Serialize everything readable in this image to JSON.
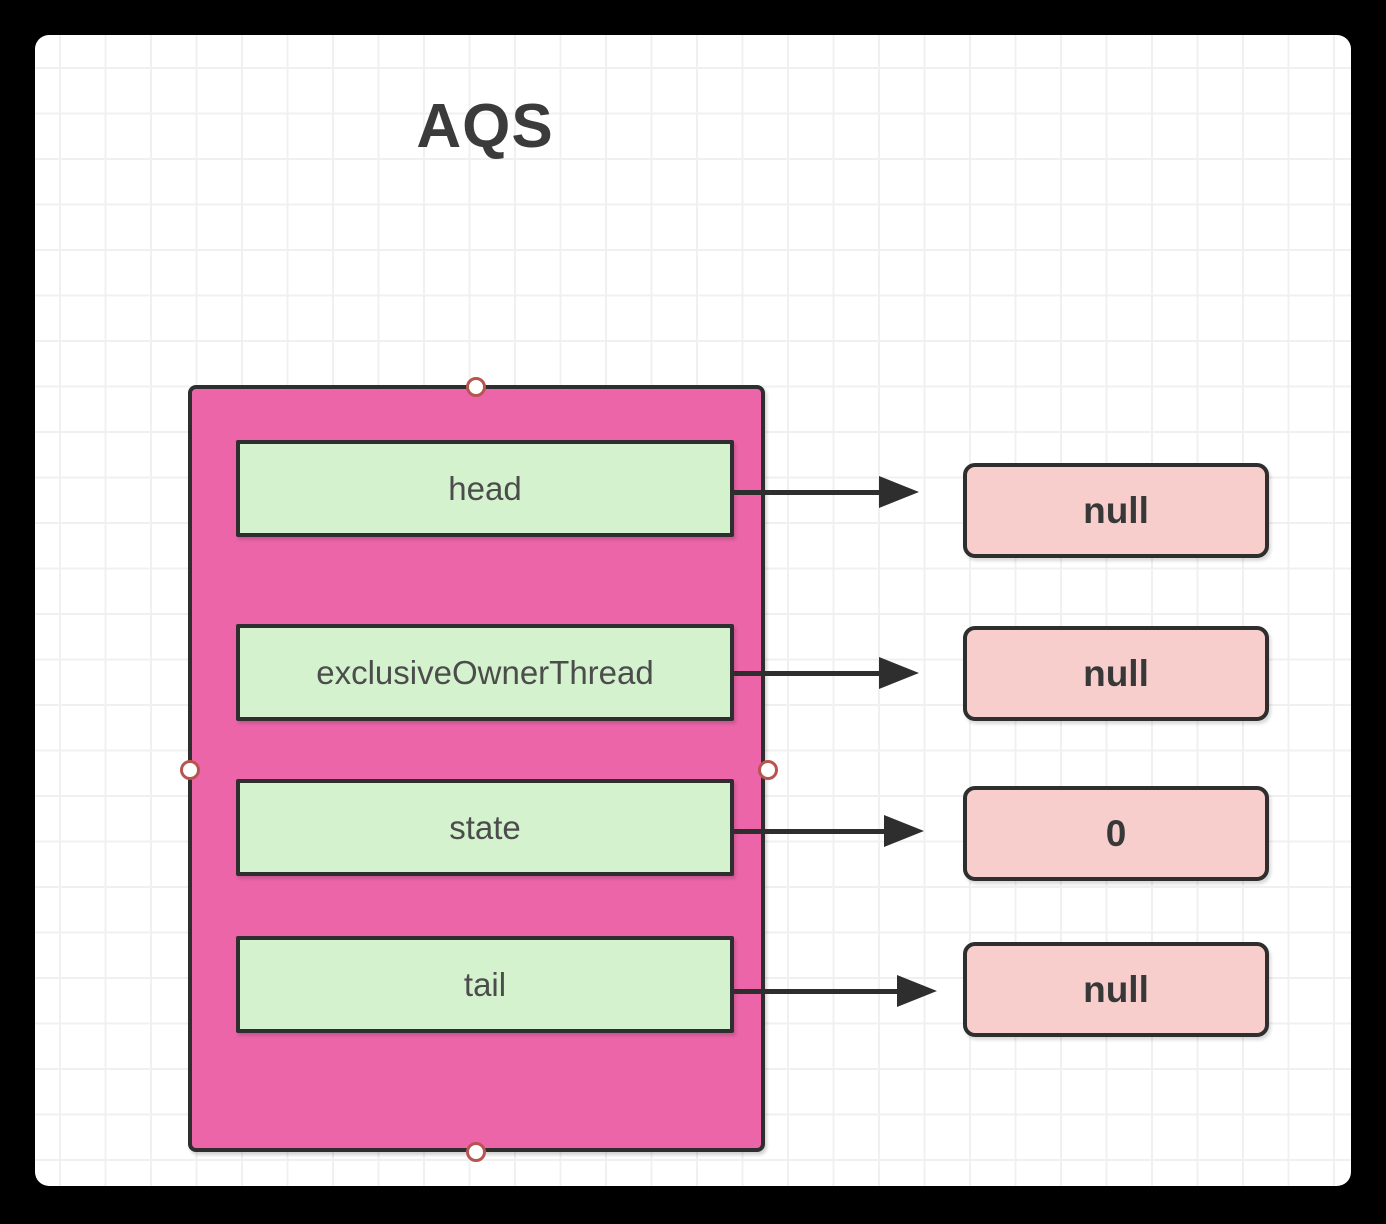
{
  "title": "AQS",
  "diagram": {
    "fields": [
      {
        "label": "head",
        "value": "null"
      },
      {
        "label": "exclusiveOwnerThread",
        "value": "null"
      },
      {
        "label": "state",
        "value": "0"
      },
      {
        "label": "tail",
        "value": "null"
      }
    ],
    "colors": {
      "frame": "#000000",
      "canvas": "#ffffff",
      "grid_line": "#f0f0f0",
      "container_fill": "#ed65a9",
      "field_fill": "#d4f2ce",
      "value_fill": "#f8cecc",
      "shape_stroke": "#2e2e2e",
      "handle_stroke": "#b85450",
      "title_text": "#3b3b3b",
      "label_text": "#4c4c4c"
    }
  }
}
